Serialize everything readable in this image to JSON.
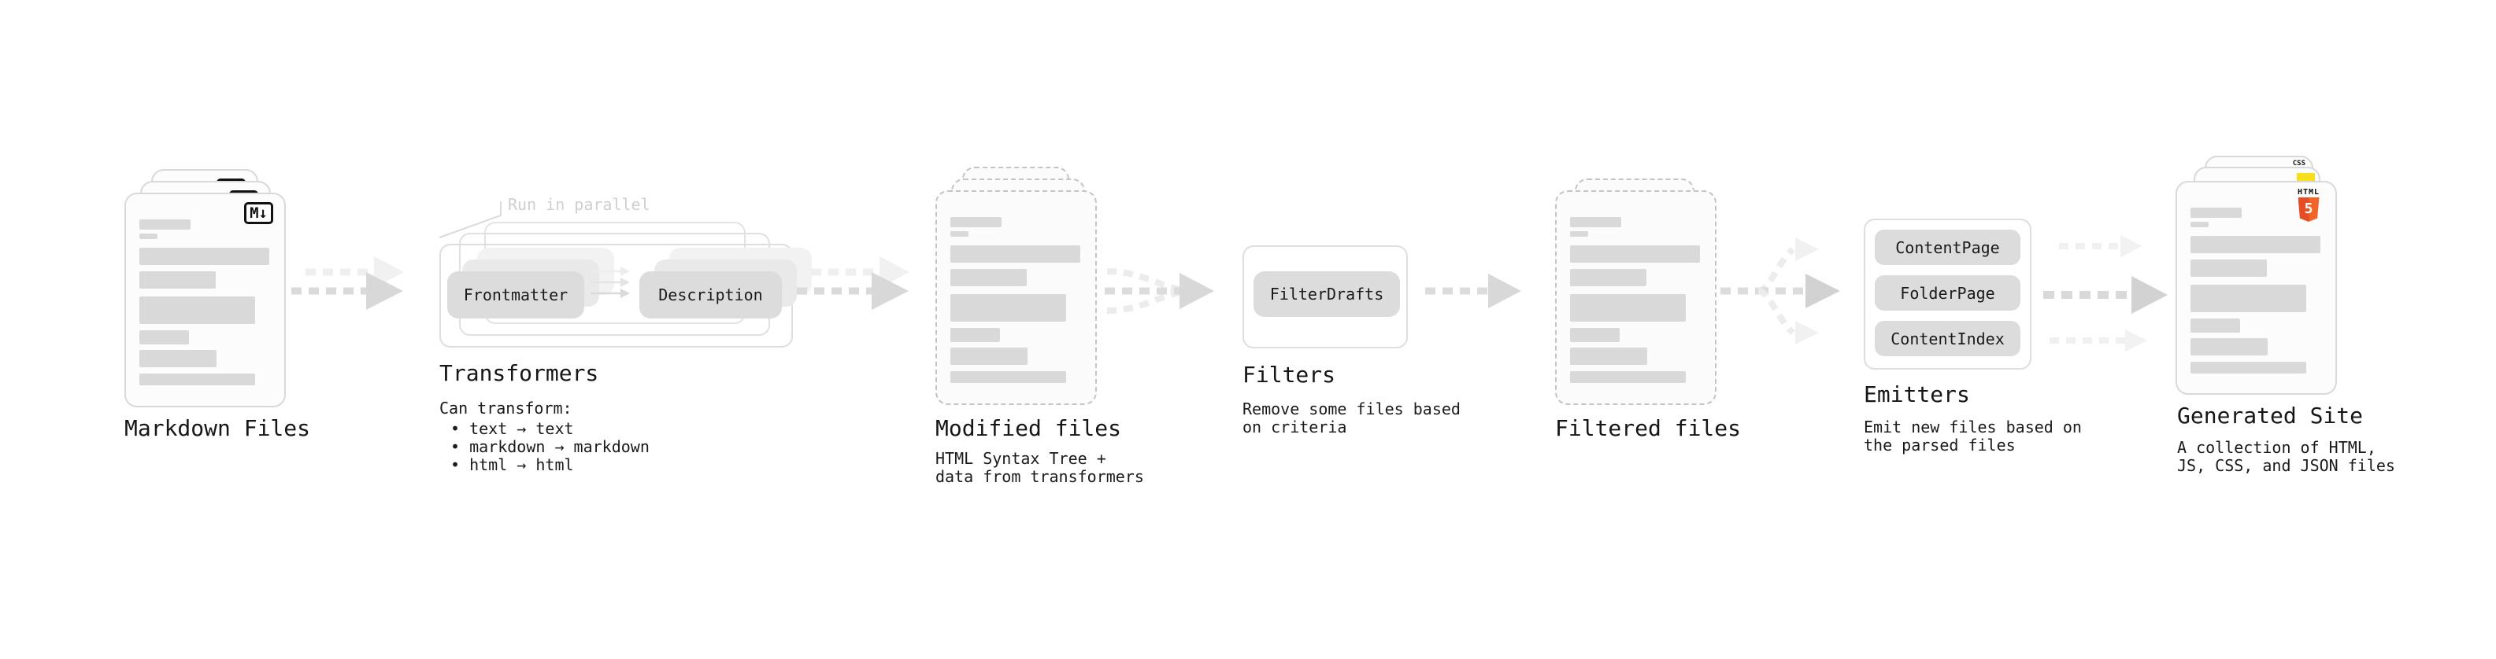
{
  "stages": {
    "markdown": {
      "label": "Markdown Files",
      "badge": "M↓"
    },
    "transformers": {
      "label": "Transformers",
      "annotation": "Run in parallel",
      "pill_left": "Frontmatter",
      "pill_right": "Description",
      "desc_heading": "Can transform:",
      "bullets": [
        "• text → text",
        "• markdown → markdown",
        "• html → html"
      ]
    },
    "modified": {
      "label": "Modified files",
      "desc": [
        "HTML Syntax Tree +",
        "data from transformers"
      ]
    },
    "filters": {
      "label": "Filters",
      "pill": "FilterDrafts",
      "desc": [
        "Remove some files based",
        "on criteria"
      ]
    },
    "filtered": {
      "label": "Filtered files"
    },
    "emitters": {
      "label": "Emitters",
      "pills": [
        "ContentPage",
        "FolderPage",
        "ContentIndex"
      ],
      "desc": [
        "Emit new files based on",
        "the parsed files"
      ]
    },
    "generated": {
      "label": "Generated Site",
      "desc": [
        "A collection of HTML,",
        "JS, CSS, and JSON files"
      ],
      "badge_css": "CSS",
      "badge_html_text": "HTML",
      "badge_html_number": "5"
    }
  },
  "colors": {
    "html5_orange": "#e44d26",
    "js_yellow": "#f7df1e",
    "css_blue": "#2962ff",
    "bar_gray": "#d9d9d9",
    "arrow_gray": "#d8d8d8",
    "arrow_echo_gray": "#efefef",
    "annotation_gray": "#cfcfcf",
    "text_dark": "#1a1a1a"
  }
}
